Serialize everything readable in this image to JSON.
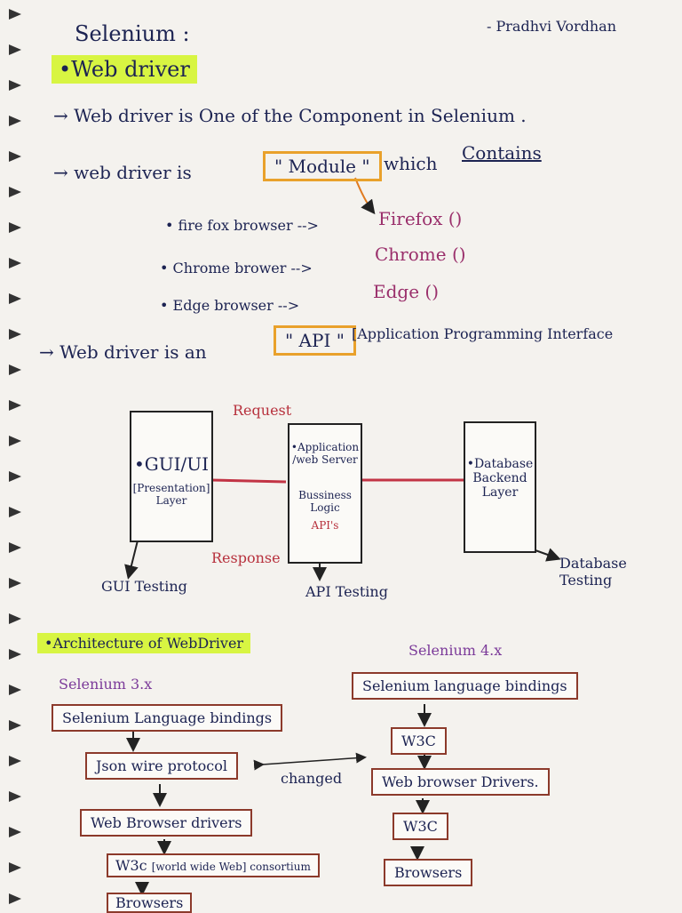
{
  "title": "Selenium :",
  "author": "- Pradhvi Vordhan",
  "section1": "•Web driver",
  "lines": {
    "l1": "→  Web driver  is  One  of the   Component  in  Selenium .",
    "l2a": "→  web  driver   is",
    "l2b": "\" Module \"",
    "l2c": "which",
    "l2d": "Contains",
    "b1a": "• fire fox  browser  -->",
    "b1b": "Firefox ()",
    "b2a": "• Chrome  brower  -->",
    "b2b": "Chrome ()",
    "b3a": "•  Edge   browser  -->",
    "b3b": "Edge ()",
    "l3a": "→  Web driver    is   an",
    "l3b": "\" API \"",
    "l3c": "[Application  Programming  Interface"
  },
  "diagram": {
    "request": "Request",
    "response": "Response",
    "gui": "•GUI/UI",
    "gui_sub": "[Presentation] Layer",
    "app": "•Application /web Server",
    "app_sub": "Bussiness Logic",
    "apis": "API's",
    "db": "•Database Backend Layer",
    "gui_testing": "GUI Testing",
    "api_testing": "API Testing",
    "db_testing": "Database Testing"
  },
  "arch": {
    "heading": "•Architecture of WebDriver",
    "s3": "Selenium 3.x",
    "s4": "Selenium 4.x",
    "s3_items": [
      "Selenium  Language  bindings",
      "Json wire  protocol",
      "Web Browser  drivers",
      "W3c",
      "[world wide Web] consortium",
      "Browsers"
    ],
    "s4_items": [
      "Selenium  language  bindings",
      "W3C",
      "Web browser  Drivers.",
      "W3C",
      "Browsers"
    ],
    "changed": "changed"
  }
}
